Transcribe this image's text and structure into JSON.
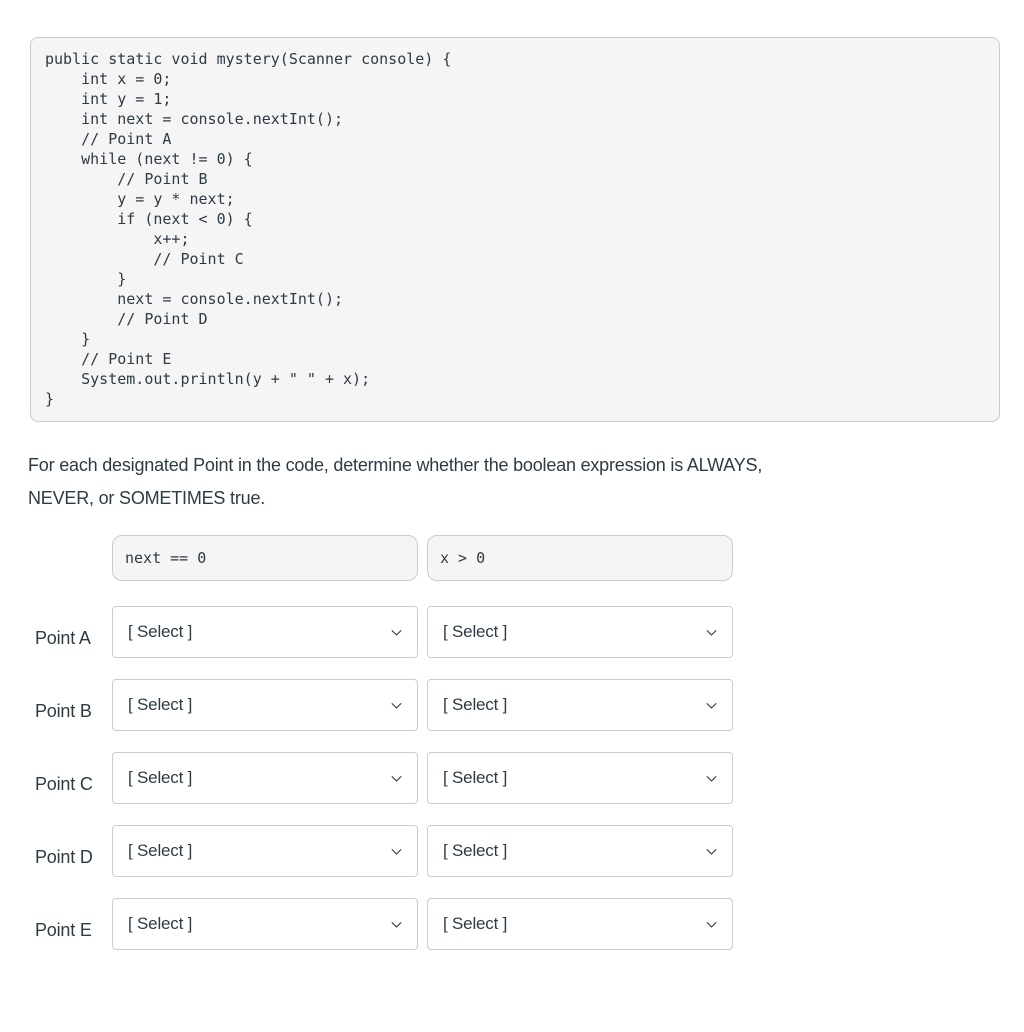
{
  "colors": {
    "text": "#2d3b45",
    "panel_bg": "#f5f5f5",
    "panel_border": "#c7cdd1",
    "select_bg": "#ffffff",
    "select_border": "#c7cdd1"
  },
  "code": {
    "text": "public static void mystery(Scanner console) {\n    int x = 0;\n    int y = 1;\n    int next = console.nextInt();\n    // Point A\n    while (next != 0) {\n        // Point B\n        y = y * next;\n        if (next < 0) {\n            x++;\n            // Point C\n        }\n        next = console.nextInt();\n        // Point D\n    }\n    // Point E\n    System.out.println(y + \" \" + x);\n}"
  },
  "question": {
    "text": "For each designated Point in the code, determine whether the boolean expression is ALWAYS,\nNEVER, or SOMETIMES true."
  },
  "table": {
    "columns": [
      "next == 0",
      "x > 0"
    ],
    "rows": [
      {
        "label": "Point A",
        "selects": [
          "[ Select ]",
          "[ Select ]"
        ]
      },
      {
        "label": "Point B",
        "selects": [
          "[ Select ]",
          "[ Select ]"
        ]
      },
      {
        "label": "Point C",
        "selects": [
          "[ Select ]",
          "[ Select ]"
        ]
      },
      {
        "label": "Point D",
        "selects": [
          "[ Select ]",
          "[ Select ]"
        ]
      },
      {
        "label": "Point E",
        "selects": [
          "[ Select ]",
          "[ Select ]"
        ]
      }
    ]
  }
}
